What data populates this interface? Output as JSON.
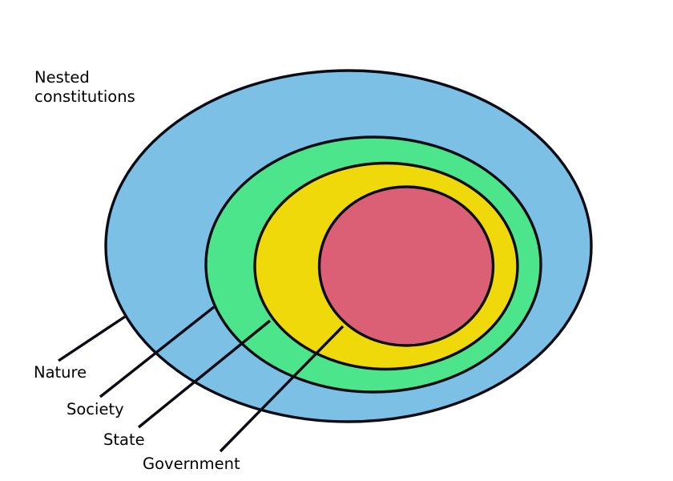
{
  "title": {
    "line1": "Nested",
    "line2": "constitutions"
  },
  "palette": {
    "outline": "#0b0b14",
    "background": "#ffffff",
    "text": "#000000"
  },
  "rings": [
    {
      "label": "Nature",
      "color": "#7cc0e6"
    },
    {
      "label": "Society",
      "color": "#4ce58b"
    },
    {
      "label": "State",
      "color": "#f0d90b"
    },
    {
      "label": "Government",
      "color": "#db6075"
    }
  ]
}
